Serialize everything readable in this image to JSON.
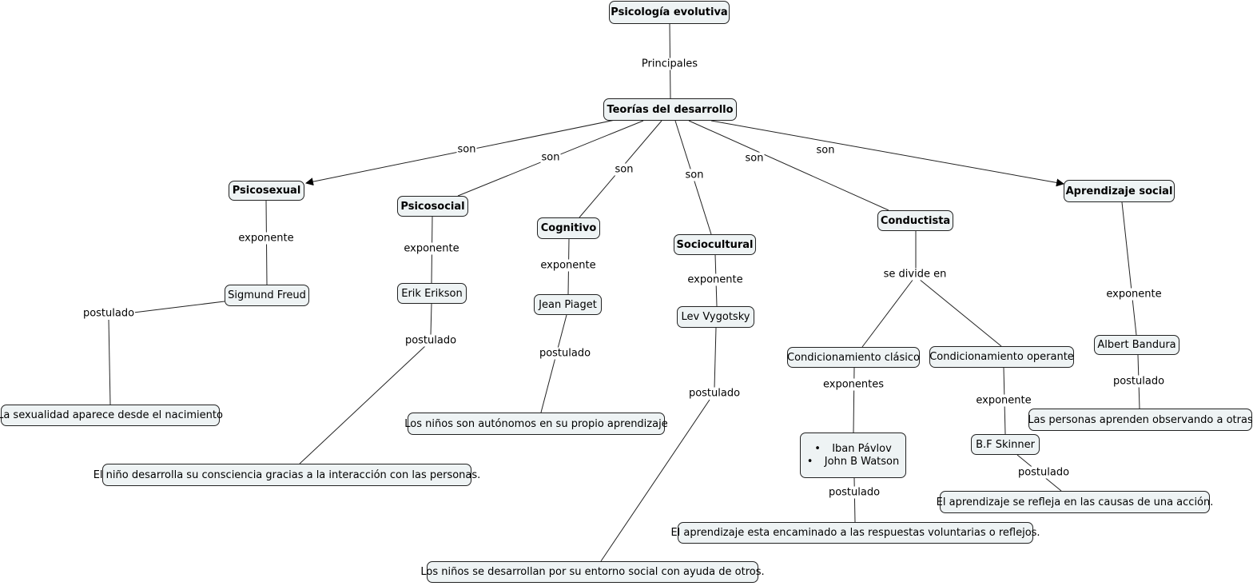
{
  "map": {
    "root": "Psicología evolutiva",
    "principales": "Principales",
    "teorias": "Teorías del desarrollo",
    "son": "son",
    "exponente": "exponente",
    "exponentes": "exponentes",
    "postulado": "postulado",
    "se_divide_en": "se divide en",
    "psicosexual": {
      "title": "Psicosexual",
      "author": "Sigmund Freud",
      "postulate": "La sexualidad aparece desde el nacimiento"
    },
    "psicosocial": {
      "title": "Psicosocial",
      "author": "Erik Erikson",
      "postulate": "El niño desarrolla su consciencia gracias a la interacción con las personas."
    },
    "cognitivo": {
      "title": "Cognitivo",
      "author": "Jean Piaget",
      "postulate": "Los niños son autónomos en su propio aprendizaje"
    },
    "sociocultural": {
      "title": "Sociocultural",
      "author": "Lev Vygotsky",
      "postulate": "Los niños se desarrollan por su entorno social con ayuda de otros."
    },
    "conductista": {
      "title": "Conductista",
      "clasico": {
        "title": "Condicionamiento clásico",
        "authors": [
          "Iban Pávlov",
          "John B Watson"
        ],
        "postulate": "El aprendizaje esta encaminado a las respuestas voluntarias o reflejos."
      },
      "operante": {
        "title": "Condicionamiento operante",
        "author": "B.F Skinner",
        "postulate": "El aprendizaje se refleja en las causas de una acción."
      }
    },
    "aprendizaje_social": {
      "title": "Aprendizaje social",
      "author": "Albert Bandura",
      "postulate": "Las personas aprenden observando a otras"
    }
  }
}
